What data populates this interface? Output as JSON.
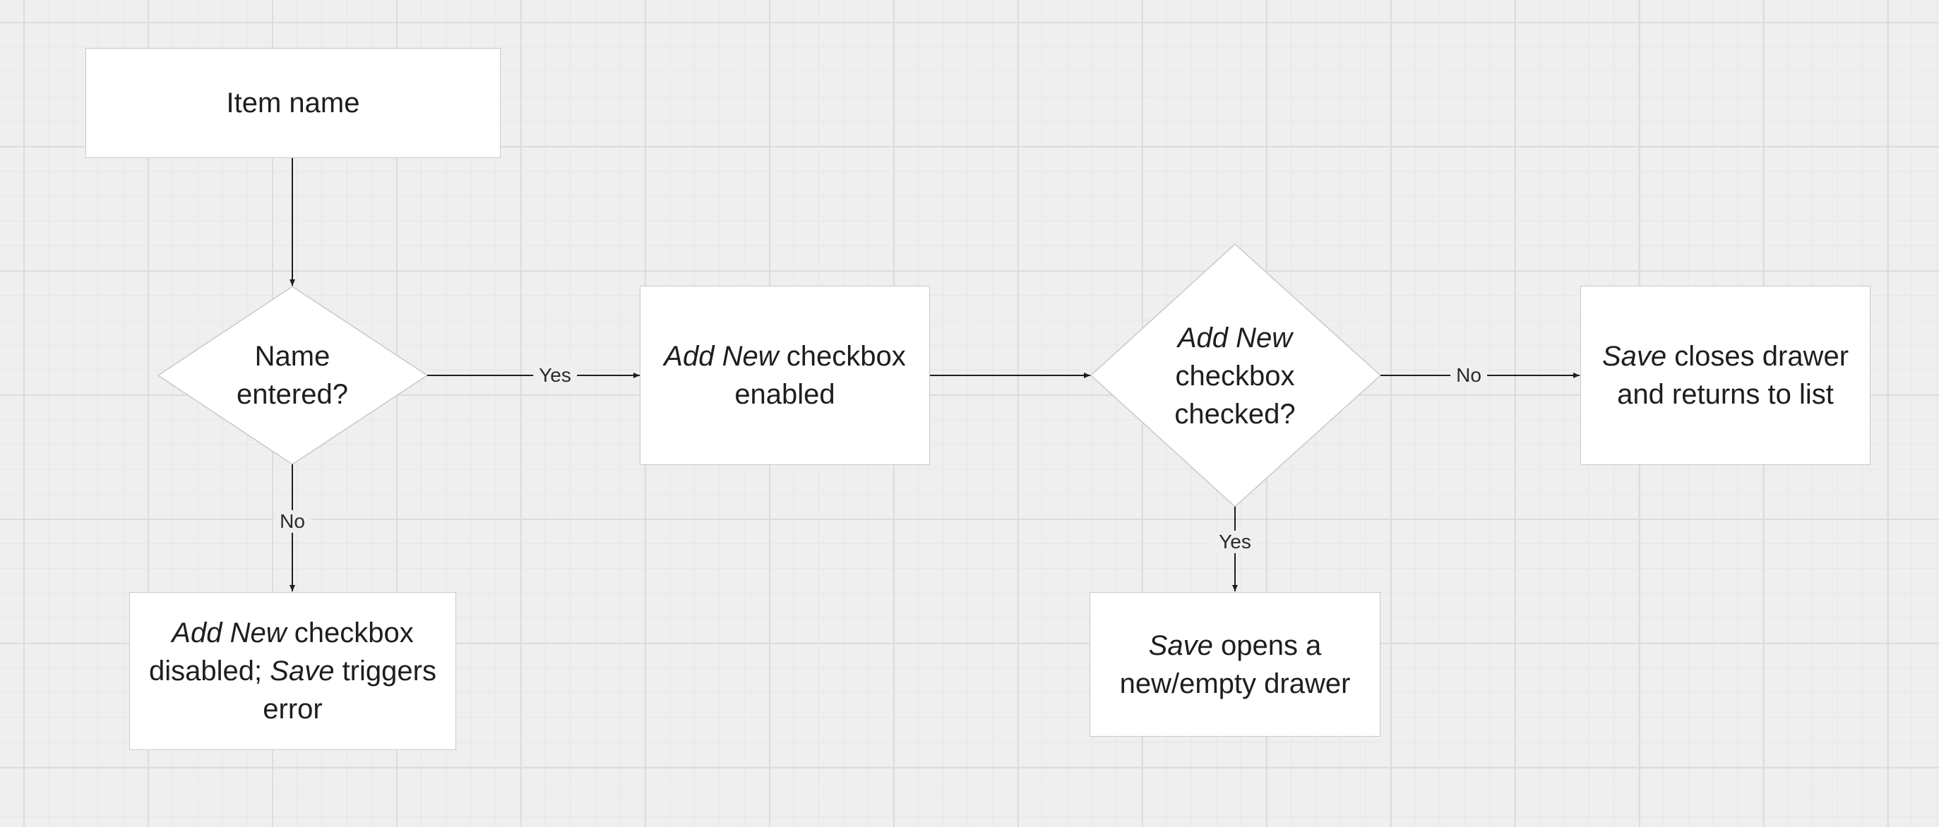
{
  "nodes": {
    "item_name": {
      "text": "Item name"
    },
    "name_entered": {
      "text": "Name entered?"
    },
    "add_new_enabled": {
      "em": "Add New",
      "text": " checkbox enabled"
    },
    "add_new_disabled": {
      "em1": "Add New",
      "text1": " checkbox disabled; ",
      "em2": "Save",
      "text2": " triggers error"
    },
    "add_new_checked": {
      "em": "Add New",
      "text": " checkbox checked?"
    },
    "save_closes": {
      "em": "Save",
      "text": " closes drawer and returns to list"
    },
    "save_opens": {
      "em": "Save",
      "text": " opens a new/empty drawer"
    }
  },
  "edges": {
    "name_yes": "Yes",
    "name_no": "No",
    "checked_no": "No",
    "checked_yes": "Yes"
  },
  "colors": {
    "canvas": "#efefef",
    "node_fill": "#ffffff",
    "node_border": "#c9c9c9",
    "line": "#1e1e1e"
  }
}
